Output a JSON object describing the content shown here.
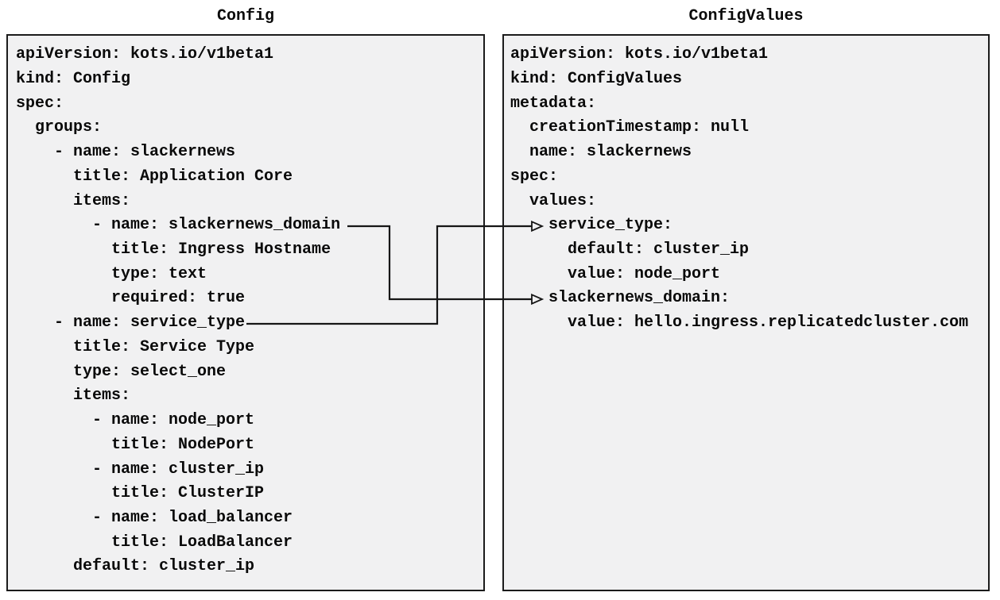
{
  "diagram": {
    "left": {
      "title": "Config",
      "code": "apiVersion: kots.io/v1beta1\nkind: Config\nspec:\n  groups:\n    - name: slackernews\n      title: Application Core\n      items:\n        - name: slackernews_domain\n          title: Ingress Hostname\n          type: text\n          required: true\n    - name: service_type\n      title: Service Type\n      type: select_one\n      items:\n        - name: node_port\n          title: NodePort\n        - name: cluster_ip\n          title: ClusterIP\n        - name: load_balancer\n          title: LoadBalancer\n      default: cluster_ip"
    },
    "right": {
      "title": "ConfigValues",
      "code": "apiVersion: kots.io/v1beta1\nkind: ConfigValues\nmetadata:\n  creationTimestamp: null\n  name: slackernews\nspec:\n  values:\n    service_type:\n      default: cluster_ip\n      value: node_port\n    slackernews_domain:\n      value: hello.ingress.replicatedcluster.com"
    },
    "connections": [
      {
        "from": "Config item slackernews_domain",
        "to": "ConfigValues value slackernews_domain"
      },
      {
        "from": "Config item service_type",
        "to": "ConfigValues value service_type"
      }
    ],
    "colors": {
      "background": "#ffffff",
      "box_fill": "#f1f1f2",
      "box_border": "#1b1b1b",
      "text": "#0a0a0a",
      "connector": "#161616"
    }
  }
}
